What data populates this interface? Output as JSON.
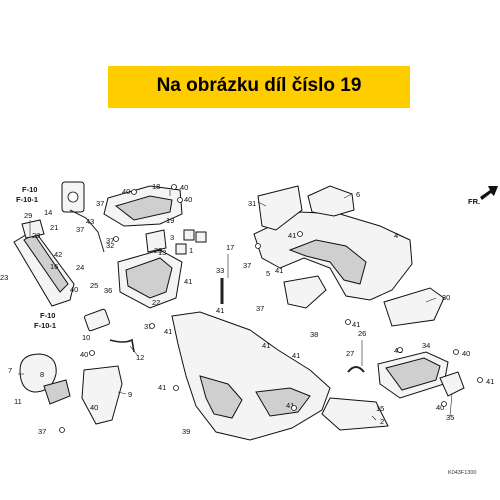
{
  "banner": {
    "text": "Na obrázku díl číslo 19",
    "background": "#ffcc00"
  },
  "direction": {
    "label": "FR."
  },
  "references": [
    {
      "label": "F-10"
    },
    {
      "label": "F-10-1"
    },
    {
      "label": "F-10"
    },
    {
      "label": "F-10-1"
    }
  ],
  "callouts": [
    "1",
    "2",
    "3",
    "4",
    "5",
    "6",
    "7",
    "8",
    "9",
    "10",
    "11",
    "12",
    "13",
    "14",
    "15",
    "16",
    "17",
    "18",
    "19",
    "20",
    "21",
    "22",
    "23",
    "24",
    "25",
    "26",
    "27",
    "28",
    "29",
    "30",
    "31",
    "32",
    "33",
    "34",
    "35",
    "36",
    "37",
    "38",
    "39",
    "40",
    "41",
    "42",
    "43"
  ],
  "repeat_labels": [
    "37",
    "37",
    "37",
    "37",
    "37",
    "37",
    "40",
    "40",
    "40",
    "40",
    "40",
    "40",
    "40",
    "41",
    "41",
    "41",
    "41",
    "41",
    "41",
    "41",
    "41",
    "41",
    "41",
    "41"
  ],
  "diagram_code": "K043F1300"
}
